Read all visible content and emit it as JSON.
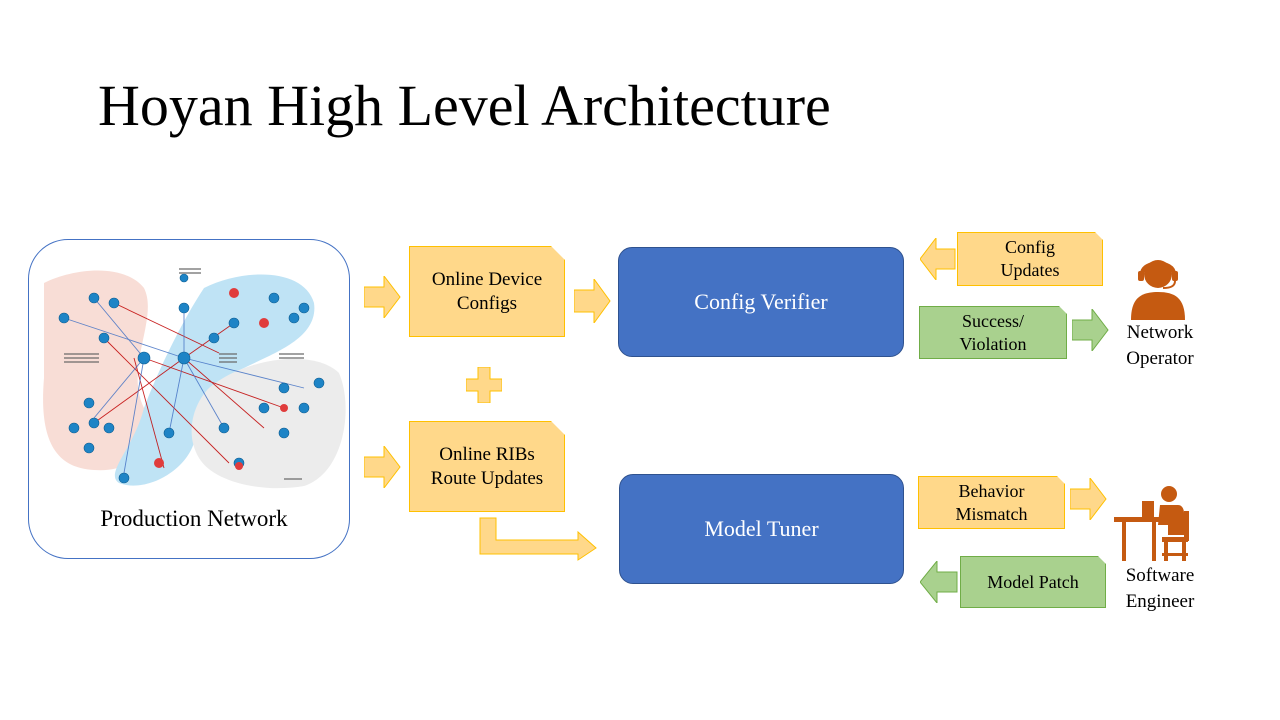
{
  "title": "Hoyan High Level Architecture",
  "production_network": {
    "label": "Production Network"
  },
  "inputs": {
    "configs": "Online Device Configs",
    "ribs_line1": "Online RIBs",
    "ribs_line2": "Route Updates"
  },
  "components": {
    "config_verifier": "Config Verifier",
    "model_tuner": "Model Tuner"
  },
  "messages": {
    "config_updates": "Config Updates",
    "success_violation_1": "Success/",
    "success_violation_2": "Violation",
    "behavior_mismatch_1": "Behavior",
    "behavior_mismatch_2": "Mismatch",
    "model_patch": "Model Patch"
  },
  "actors": {
    "operator_1": "Network",
    "operator_2": "Operator",
    "engineer_1": "Software",
    "engineer_2": "Engineer"
  },
  "colors": {
    "blue": "#4472c4",
    "yellow": "#ffd88a",
    "green": "#a9d18e",
    "orange": "#c55a11"
  }
}
